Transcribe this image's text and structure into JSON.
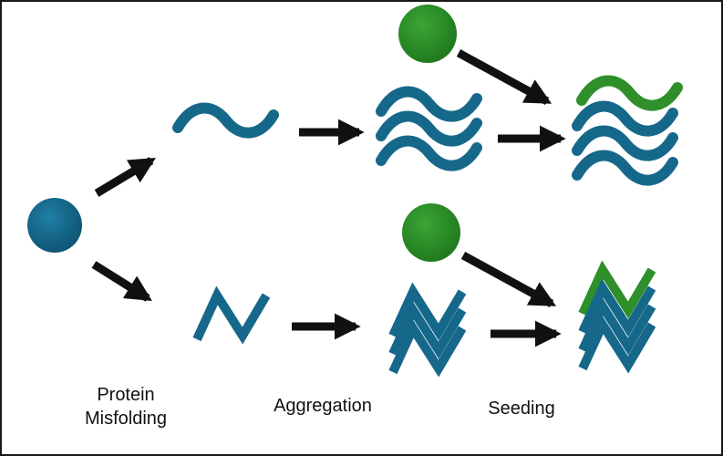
{
  "labels": {
    "stage1_line1": "Protein",
    "stage1_line2": "Misfolding",
    "stage2": "Aggregation",
    "stage3": "Seeding"
  },
  "colors": {
    "protein": "#16688a",
    "seed": "#2f8f2a",
    "arrow": "#111111",
    "text": "#111111"
  },
  "icons": {
    "native_protein": "blue-circle",
    "seed_protein": "green-circle",
    "curved_misfold": "wave-shape",
    "zigzag_misfold": "n-zigzag-shape"
  }
}
